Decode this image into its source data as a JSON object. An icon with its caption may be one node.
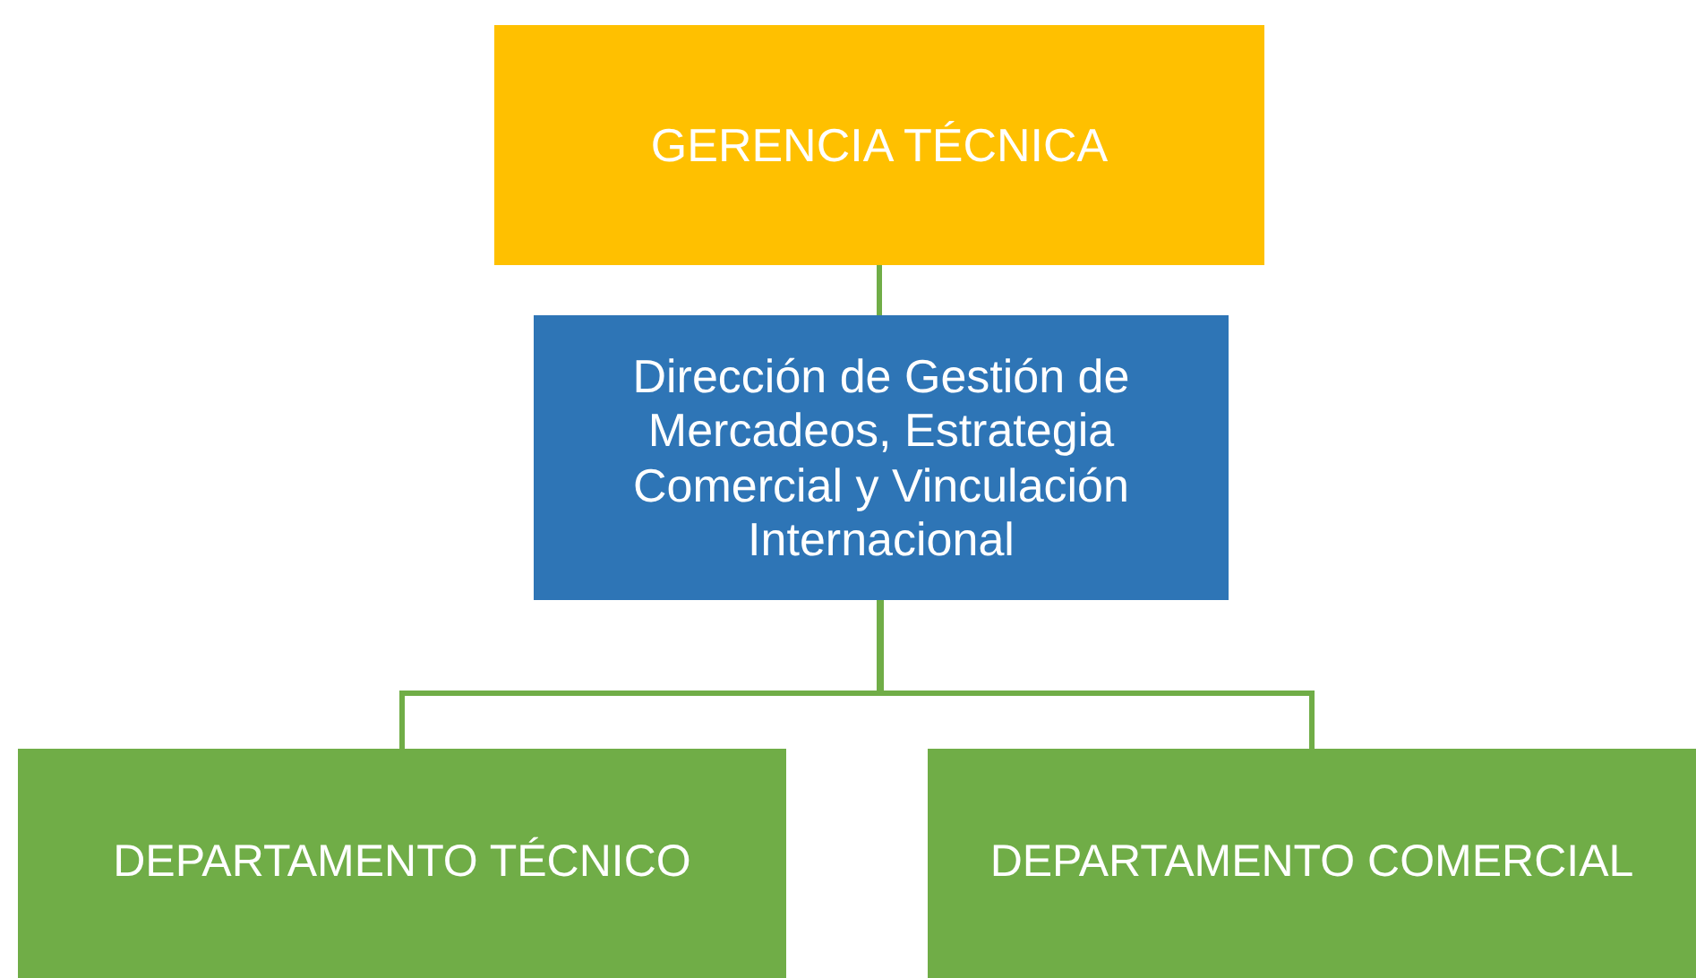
{
  "diagram": {
    "nodes": [
      {
        "text": [
          "GERENCIA TÉCNICA"
        ]
      },
      {
        "text": [
          "Dirección de Gestión de Mercadeos, Estrategia Comercial y Vinculación Internacional"
        ]
      },
      {
        "text": [
          "DEPARTAMENTO TÉCNICO"
        ]
      },
      {
        "text": [
          "DEPARTAMENTO COMERCIAL"
        ]
      }
    ],
    "edges": [
      {
        "from": 0,
        "to": 1,
        "arrow": "none"
      },
      {
        "from": 1,
        "to": 2,
        "arrow": "none"
      },
      {
        "from": 1,
        "to": 3,
        "arrow": "none"
      }
    ]
  }
}
